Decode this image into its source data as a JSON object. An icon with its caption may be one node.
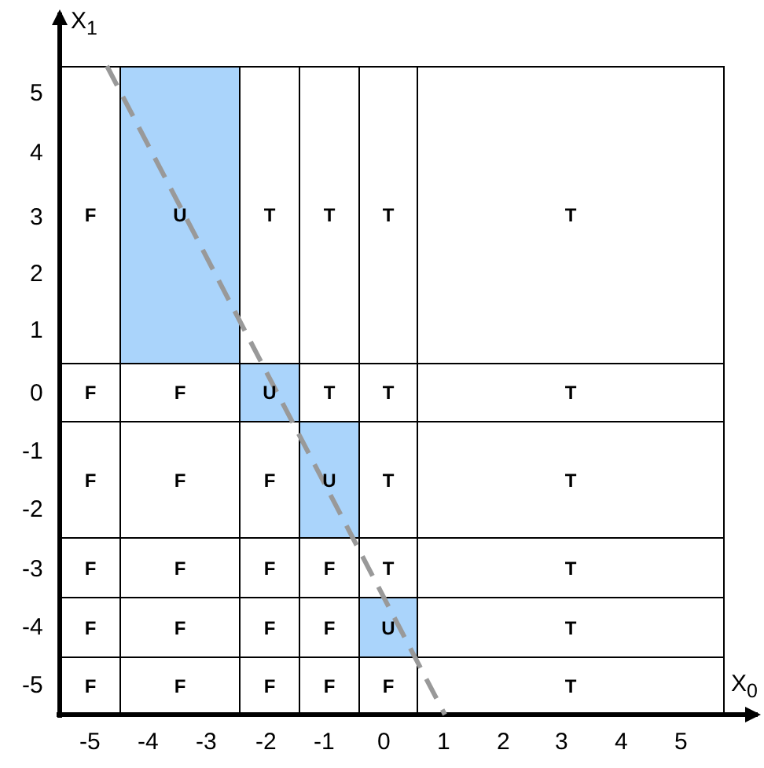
{
  "diagram": {
    "labels": [
      "X$_{1}$",
      "5",
      "4",
      "3",
      "2",
      "1",
      "0",
      "-1",
      "-2",
      "-3",
      "-4",
      "-5",
      "F",
      "U",
      "T",
      "T",
      "T",
      "T",
      "F",
      "F",
      "U",
      "T",
      "T",
      "T",
      "F",
      "F",
      "F",
      "U",
      "T",
      "T",
      "F",
      "F",
      "F",
      "F",
      "T",
      "T",
      "F",
      "F",
      "F",
      "F",
      "U",
      "T",
      "F",
      "F",
      "F",
      "F",
      "F",
      "T",
      "-5",
      "-4",
      "-3",
      "-2",
      "-1",
      "0",
      "1",
      "2",
      "3",
      "4",
      "5",
      "X$_{0}$"
    ]
  }
}
